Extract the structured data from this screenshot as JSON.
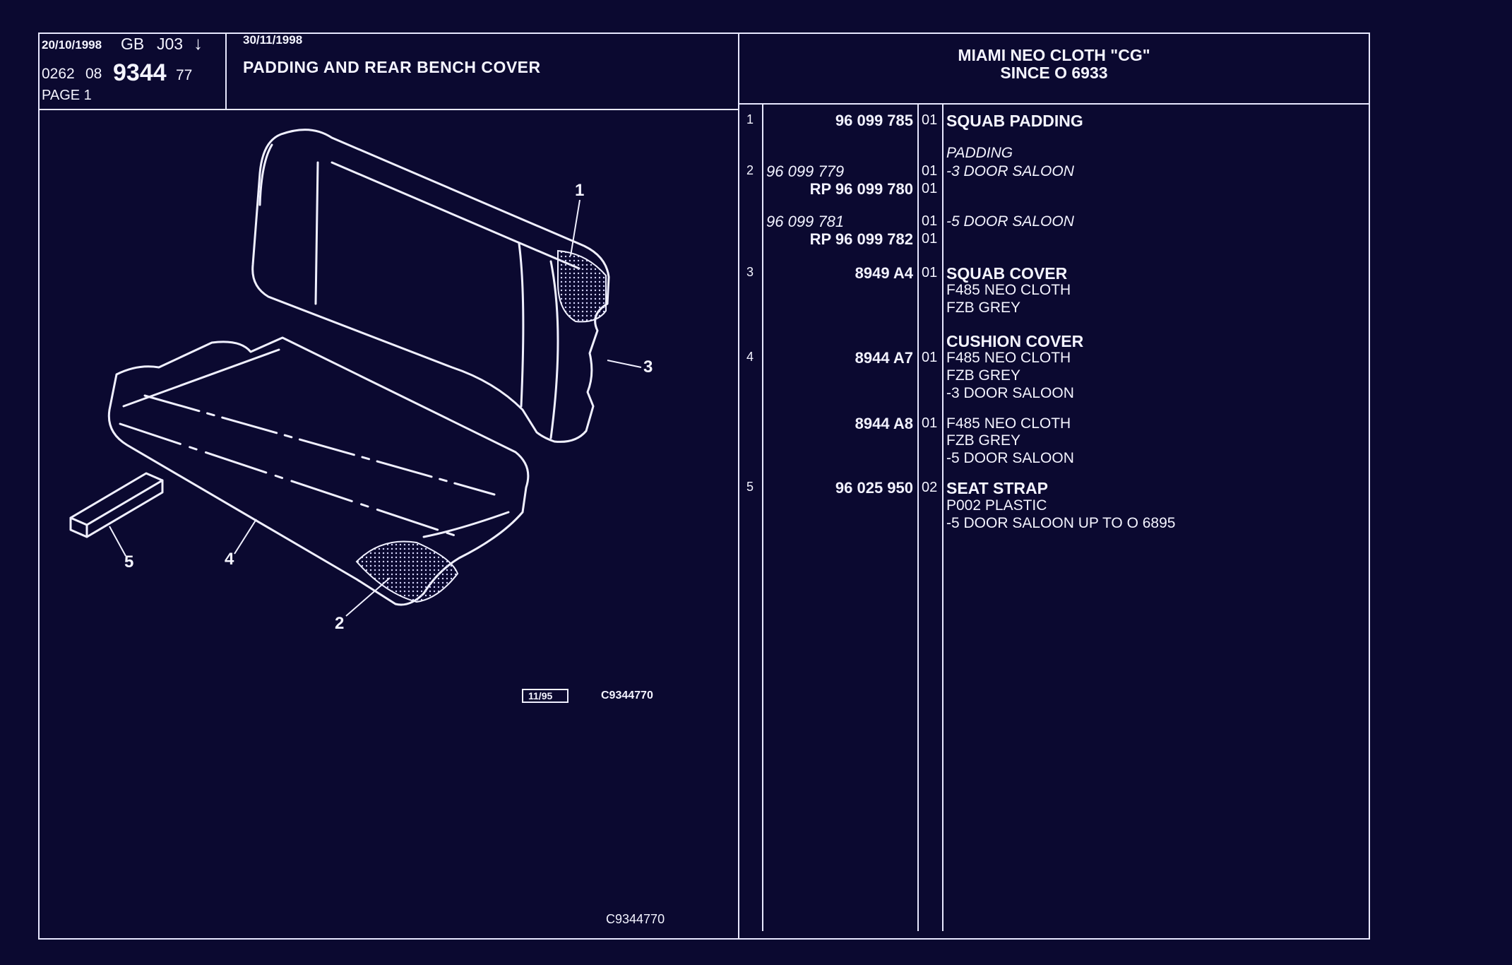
{
  "header": {
    "date1": "20/10/1998",
    "lang": "GB",
    "code": "J03",
    "arrow": "↓",
    "ref_a": "0262",
    "ref_b": "08",
    "ref_main": "9344",
    "ref_c": "77",
    "page": "PAGE 1",
    "date2": "30/11/1998",
    "title": "PADDING AND REAR BENCH COVER",
    "right_title_1": "MIAMI NEO CLOTH \"CG\"",
    "right_title_2": "SINCE O  6933"
  },
  "diagram": {
    "callouts": [
      "1",
      "2",
      "3",
      "4",
      "5"
    ],
    "stamp": "11/95",
    "ref": "C9344770",
    "footer_ref": "C9344770"
  },
  "parts": [
    {
      "item": "1",
      "rows": [
        {
          "pn": "96 099 785",
          "qty": "01",
          "desc": "SQUAB PADDING",
          "style": "b"
        }
      ]
    },
    {
      "item": "2",
      "rows": [
        {
          "pn": "",
          "qty": "",
          "desc": "PADDING",
          "style": "i"
        },
        {
          "pn": "96 099 779",
          "qty": "01",
          "desc": "-3 DOOR SALOON",
          "style": "i"
        },
        {
          "pn": "RP   96 099 780",
          "qty": "01",
          "desc": "",
          "style": "b"
        },
        {
          "pn": "96 099 781",
          "qty": "01",
          "desc": "-5 DOOR SALOON",
          "style": "i"
        },
        {
          "pn": "RP   96 099 782",
          "qty": "01",
          "desc": "",
          "style": "b"
        }
      ]
    },
    {
      "item": "3",
      "rows": [
        {
          "pn": "8949 A4",
          "qty": "01",
          "desc": "SQUAB COVER",
          "style": "b"
        },
        {
          "pn": "",
          "qty": "",
          "desc": "F485 NEO CLOTH",
          "style": ""
        },
        {
          "pn": "",
          "qty": "",
          "desc": "FZB GREY",
          "style": ""
        }
      ]
    },
    {
      "item": "4",
      "rows": [
        {
          "pn": "",
          "qty": "",
          "desc": "CUSHION COVER",
          "style": "b"
        },
        {
          "pn": "8944 A7",
          "qty": "01",
          "desc": "F485 NEO CLOTH",
          "style": ""
        },
        {
          "pn": "",
          "qty": "",
          "desc": "FZB GREY",
          "style": ""
        },
        {
          "pn": "",
          "qty": "",
          "desc": "-3 DOOR SALOON",
          "style": ""
        },
        {
          "pn": "8944 A8",
          "qty": "01",
          "desc": "F485 NEO CLOTH",
          "style": ""
        },
        {
          "pn": "",
          "qty": "",
          "desc": "FZB GREY",
          "style": ""
        },
        {
          "pn": "",
          "qty": "",
          "desc": "-5 DOOR SALOON",
          "style": ""
        }
      ]
    },
    {
      "item": "5",
      "rows": [
        {
          "pn": "96 025 950",
          "qty": "02",
          "desc": "SEAT STRAP",
          "style": "b"
        },
        {
          "pn": "",
          "qty": "",
          "desc": "P002 PLASTIC",
          "style": ""
        },
        {
          "pn": "",
          "qty": "",
          "desc": "-5 DOOR SALOON UP  TO  O  6895",
          "style": ""
        }
      ]
    }
  ],
  "colors": {
    "background": "#0b0930",
    "line": "#e8e8ff"
  }
}
